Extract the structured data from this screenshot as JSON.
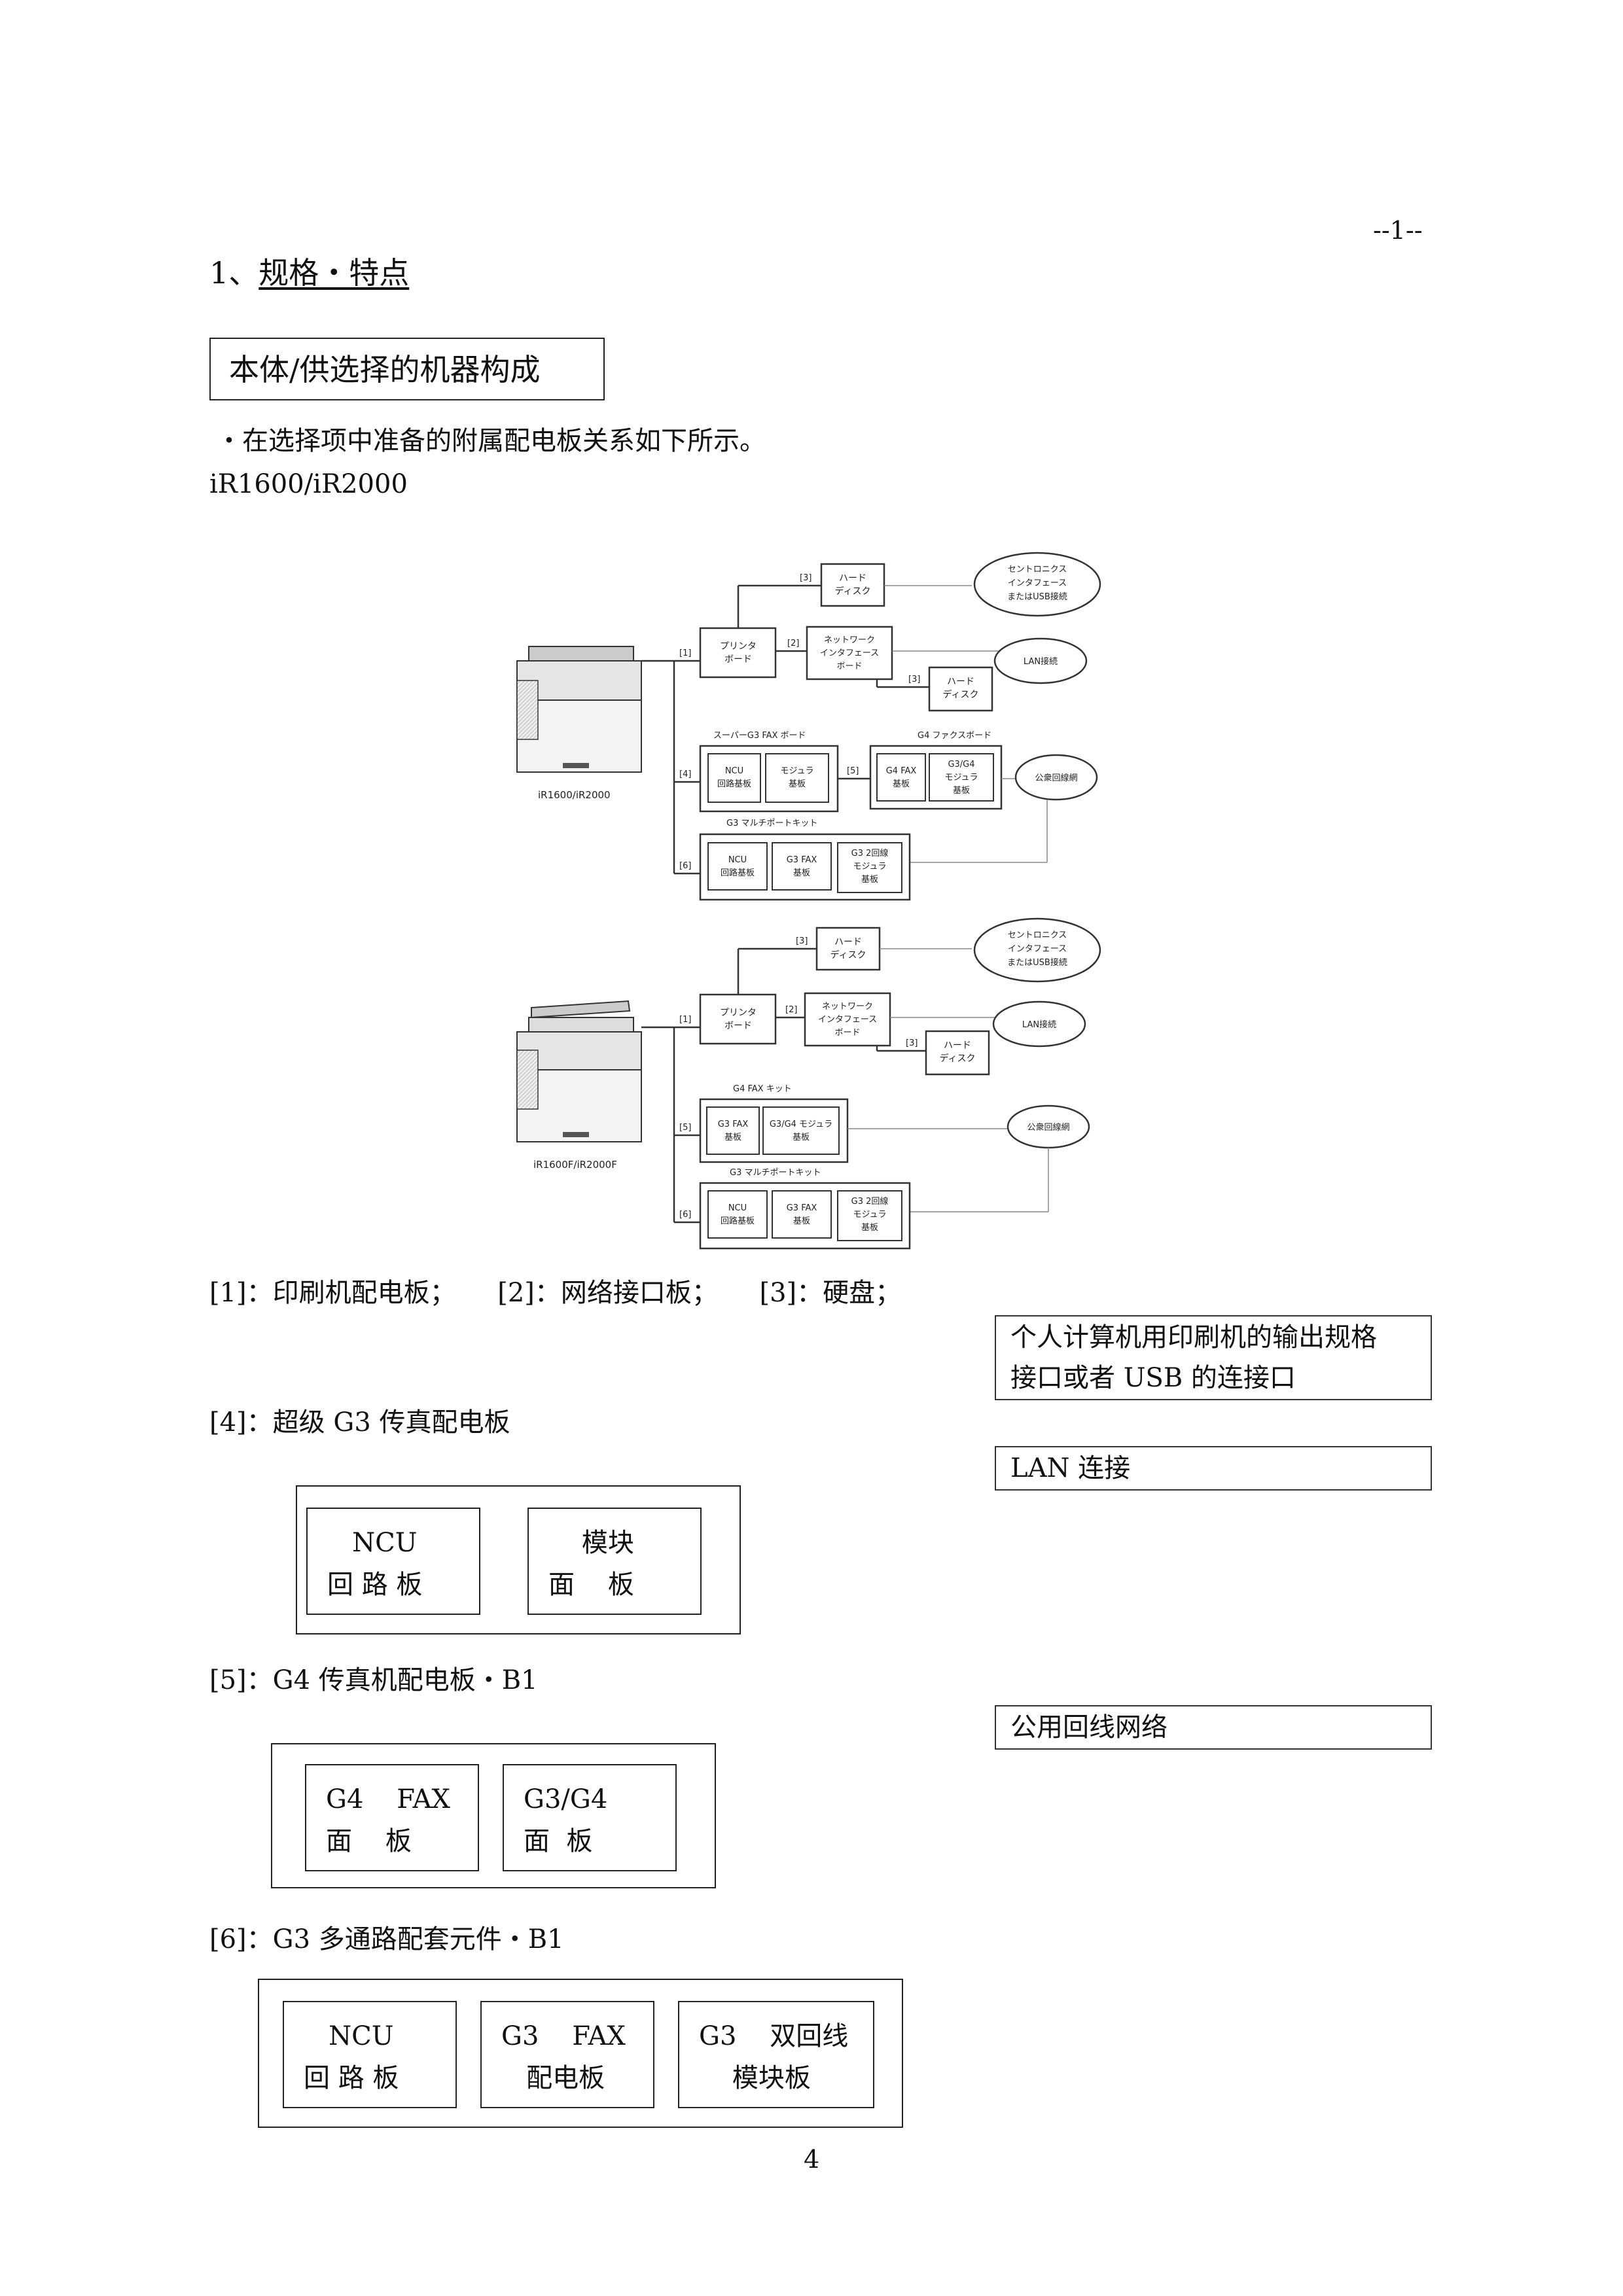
{
  "page": {
    "header_number": "--1--",
    "section_number": "1、",
    "section_title": "规格・特点",
    "boxed_heading": "本体/供选择的机器构成",
    "intro": "・在选择项中准备的附属配电板关系如下所示。",
    "model_line": "iR1600/iR2000",
    "footer_page": "4"
  },
  "diagram1": {
    "copier_label": "iR1600/iR2000",
    "hard_disk": [
      "ハード",
      "ディスク"
    ],
    "centronics": [
      "セントロニクス",
      "インタフェース",
      "またはUSB接続"
    ],
    "printer_board": [
      "プリンタ",
      "ボード"
    ],
    "network_board": [
      "ネットワーク",
      "インタフェース",
      "ボード"
    ],
    "lan": "LAN接続",
    "hard_disk2": [
      "ハード",
      "ディスク"
    ],
    "super_g3_title": "スーパーG3 FAX ボード",
    "g4_fax_board_title": "G4 ファクスボード",
    "ncu": [
      "NCU",
      "回路基板"
    ],
    "modular": [
      "モジュラ",
      "基板"
    ],
    "g4fax": [
      "G4 FAX",
      "基板"
    ],
    "g3g4": [
      "G3/G4",
      "モジュラ",
      "基板"
    ],
    "public_line": "公衆回線網",
    "g3_multiport_title": "G3 マルチポートキット",
    "ncu2": [
      "NCU",
      "回路基板"
    ],
    "g3fax": [
      "G3 FAX",
      "基板"
    ],
    "g3_2line": [
      "G3 2回線",
      "モジュラ",
      "基板"
    ],
    "tags": [
      "[1]",
      "[2]",
      "[3]",
      "[3]",
      "[4]",
      "[5]",
      "[6]"
    ]
  },
  "diagram2": {
    "copier_label": "iR1600F/iR2000F",
    "hard_disk": [
      "ハード",
      "ディスク"
    ],
    "centronics": [
      "セントロニクス",
      "インタフェース",
      "またはUSB接続"
    ],
    "printer_board": [
      "プリンタ",
      "ボード"
    ],
    "network_board": [
      "ネットワーク",
      "インタフェース",
      "ボード"
    ],
    "lan": "LAN接続",
    "hard_disk2": [
      "ハード",
      "ディスク"
    ],
    "g4_fax_kit_title": "G4 FAX キット",
    "g3fax": [
      "G3 FAX",
      "基板"
    ],
    "g3g4": [
      "G3/G4 モジュラ",
      "基板"
    ],
    "public_line": "公衆回線網",
    "g3_multiport_title": "G3 マルチポートキット",
    "ncu": [
      "NCU",
      "回路基板"
    ],
    "g3fax2": [
      "G3 FAX",
      "基板"
    ],
    "g3_2line": [
      "G3 2回線",
      "モジュラ",
      "基板"
    ],
    "tags": [
      "[1]",
      "[2]",
      "[3]",
      "[3]",
      "[5]",
      "[6]"
    ]
  },
  "legend": {
    "line1": "[1]：印刷机配电板；     [2]：网络接口板；     [3]：硬盘；",
    "item4": "[4]：超级 G3 传真配电板",
    "item5": "[5]：G4 传真机配电板・B1",
    "item6": "[6]：G3 多通路配套元件・B1"
  },
  "notes": {
    "centronics": [
      "个人计算机用印刷机的输出规格",
      "接口或者 USB 的连接口"
    ],
    "lan": "LAN 连接",
    "public_line": "公用回线网络"
  },
  "box4": {
    "ncu": [
      "   NCU",
      "回 路 板"
    ],
    "module": [
      "    模块",
      "面    板"
    ]
  },
  "box5": {
    "g4fax": [
      "G4    FAX",
      "面    板"
    ],
    "g3g4": [
      "G3/G4",
      "面  板"
    ]
  },
  "box6": {
    "ncu": [
      "   NCU",
      "回 路 板"
    ],
    "g3fax": [
      "G3    FAX",
      "   配电板"
    ],
    "g3double": [
      "G3    双回线",
      "    模块板"
    ]
  }
}
